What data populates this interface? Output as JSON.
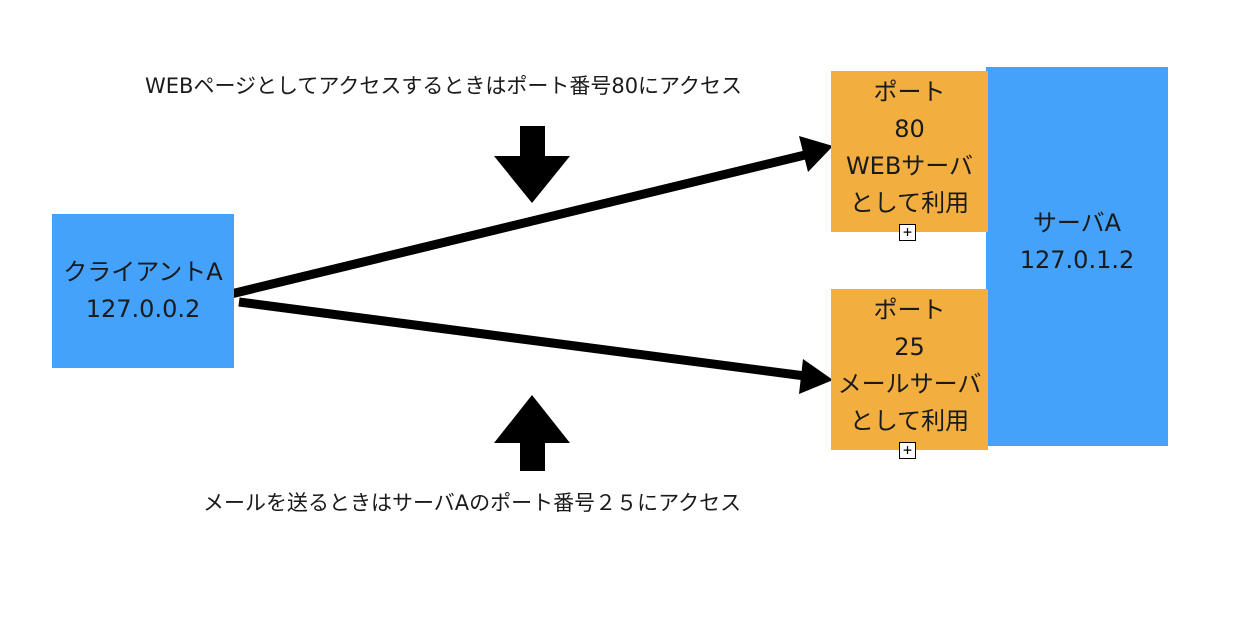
{
  "client": {
    "name": "クライアントA",
    "ip": "127.0.0.2"
  },
  "server": {
    "name": "サーバA",
    "ip": "127.0.1.2"
  },
  "ports": [
    {
      "label": "ポート",
      "number": "80",
      "role": "WEBサーバ",
      "usage": "として利用"
    },
    {
      "label": "ポート",
      "number": "25",
      "role": "メールサーバ",
      "usage": "として利用"
    }
  ],
  "captions": {
    "web": "WEBページとしてアクセスするときはポート番号80にアクセス",
    "mail": "メールを送るときはサーバAのポート番号２５にアクセス"
  },
  "colors": {
    "node_blue": "#44a2fb",
    "port_orange": "#f2ae3f",
    "arrow": "#000000"
  },
  "icons": [
    "plus-box-icon",
    "arrow-down-icon",
    "arrow-up-icon"
  ]
}
